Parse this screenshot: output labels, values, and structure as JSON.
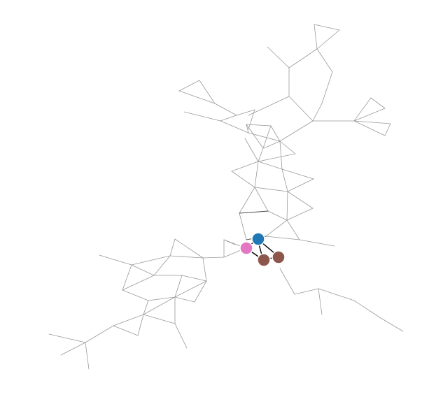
{
  "graph": {
    "edge_color": "#999999",
    "highlight_edge_color": "#000000",
    "node_colors": {
      "blue": "#1f77b4",
      "pink": "#e377c2",
      "brown": "#8c564b"
    },
    "highlighted_nodes": [
      {
        "id": "n_blue",
        "color": "blue"
      },
      {
        "id": "n_pink",
        "color": "pink"
      },
      {
        "id": "n_brown_1",
        "color": "brown"
      },
      {
        "id": "n_brown_2",
        "color": "brown"
      }
    ]
  }
}
